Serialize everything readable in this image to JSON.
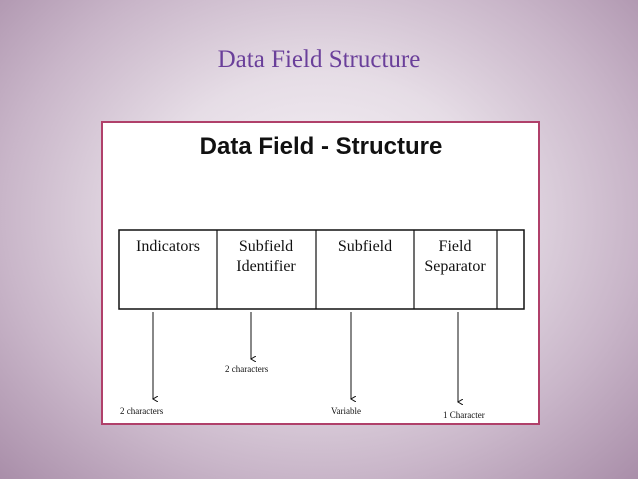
{
  "slide": {
    "title": "Data Field Structure"
  },
  "figure": {
    "title": "Data Field - Structure",
    "cells": [
      {
        "line1": "Indicators",
        "line2": ""
      },
      {
        "line1": "Subfield",
        "line2": "Identifier"
      },
      {
        "line1": "Subfield",
        "line2": ""
      },
      {
        "line1": "Field",
        "line2": "Separator"
      }
    ],
    "annotations": {
      "indicators": "2 characters",
      "subfield_identifier": "2 characters",
      "subfield": "Variable",
      "field_separator": "1 Character"
    },
    "colors": {
      "slide_title": "#6a3f9a",
      "figure_border": "#b0406a"
    }
  }
}
